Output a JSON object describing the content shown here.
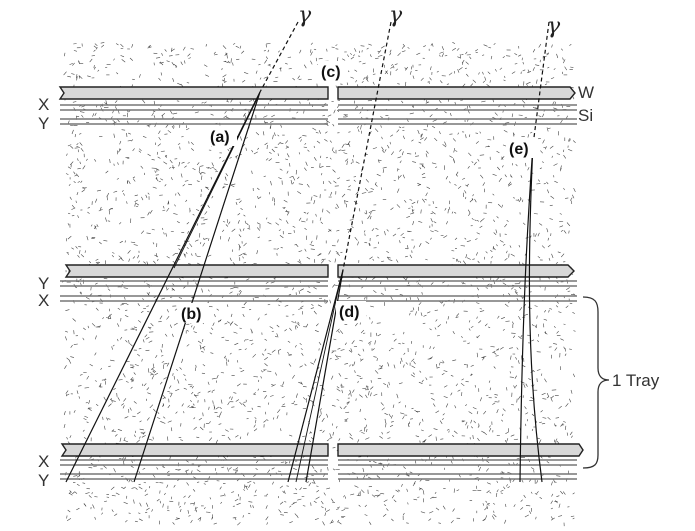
{
  "layer_labels": {
    "x_top": "X",
    "y_top": "Y",
    "y_mid": "Y",
    "x_mid": "X",
    "x_bottom": "X",
    "y_bottom": "Y"
  },
  "material_labels": {
    "tungsten": "W",
    "silicon": "Si"
  },
  "track_labels": {
    "a": "(a)",
    "b": "(b)",
    "c": "(c)",
    "d": "(d)",
    "e": "(e)"
  },
  "photon_symbol": "γ",
  "tray_label": "1 Tray",
  "colors": {
    "plate_fill": "#d8d8d8",
    "plate_stroke": "#222222",
    "silicon_line": "#777777",
    "track": "#111111",
    "speckle": "#444444"
  }
}
